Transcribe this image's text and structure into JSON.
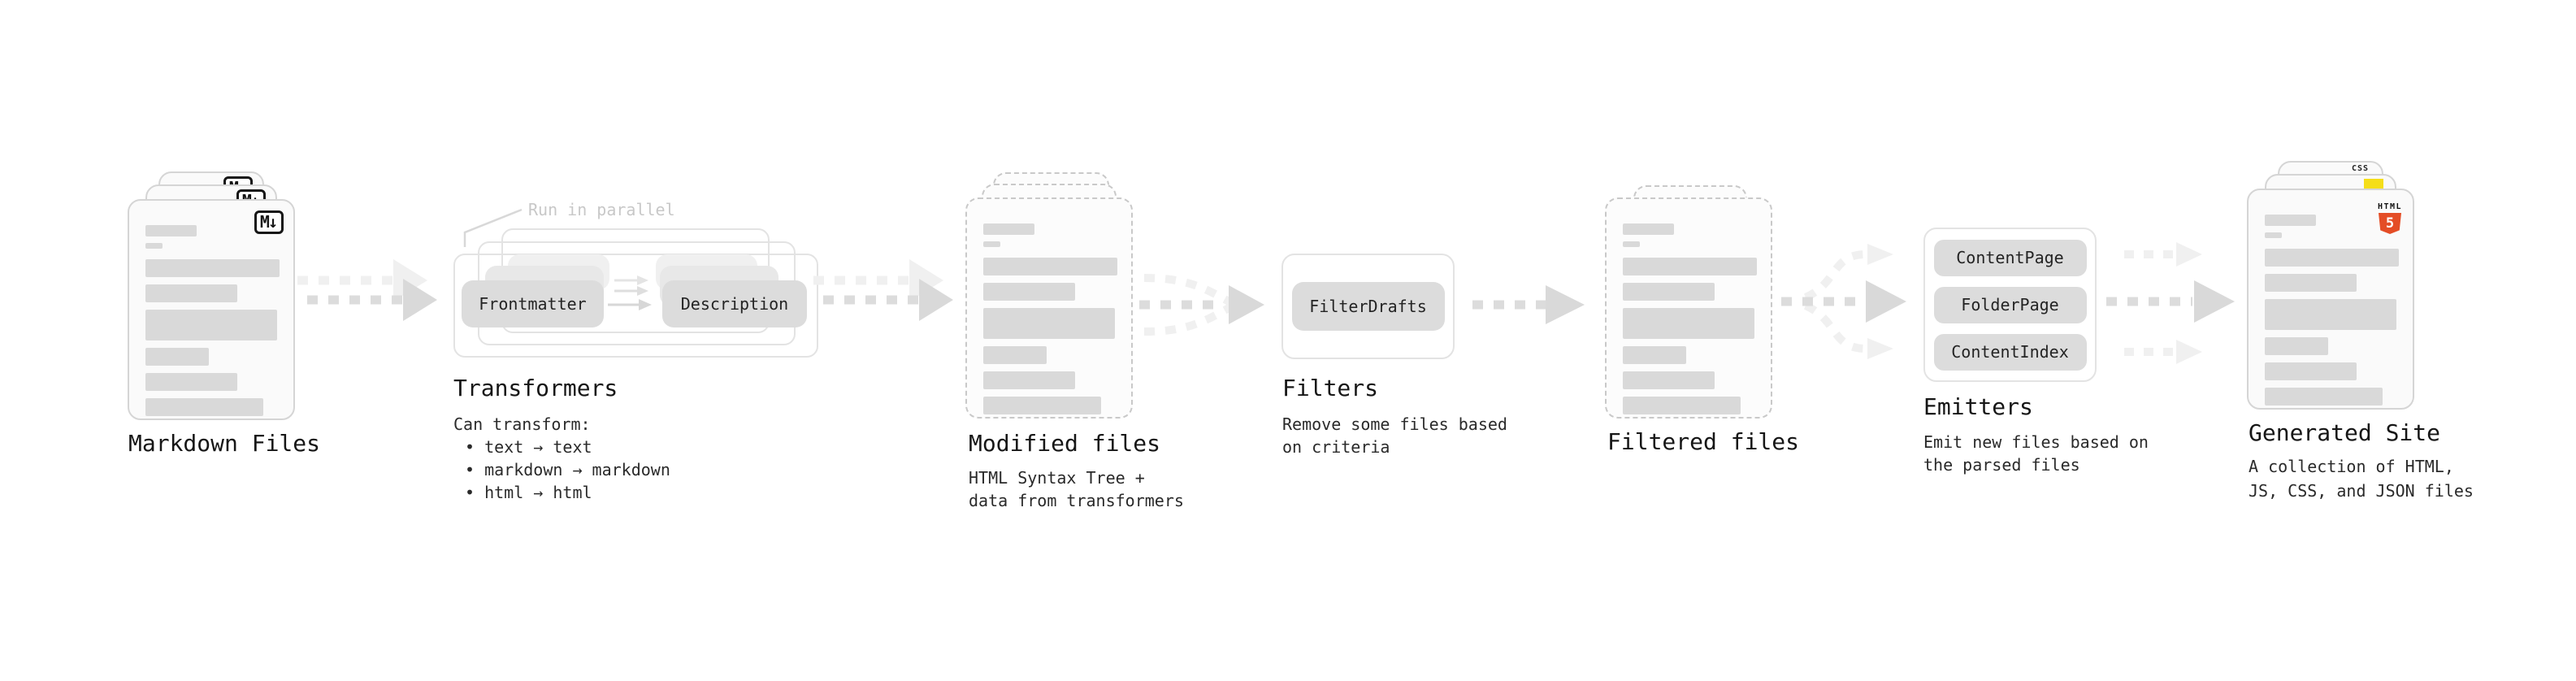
{
  "colors": {
    "page_bg": "#ffffff",
    "card_bg": "#fafafa",
    "card_border": "#d5d5d5",
    "dash_border": "#c9c9c9",
    "panel_border": "#e3e3e3",
    "bar": "#d9d9d9",
    "pill_bg": "#dcdcdc",
    "pill_text": "#242424",
    "arrow_dash": "#dcdcdc",
    "arrow_head": "#d9d9d9",
    "arrow_faint": "#f0f0f0",
    "heading_text": "#161616",
    "caption_text": "#2a2a2a",
    "annotation_text": "#c8c8c8",
    "html5_orange": "#e44d26",
    "js_yellow": "#f5de19",
    "css_blue": "#2f6bf2"
  },
  "stages": {
    "markdown": {
      "label": "Markdown Files",
      "badge": "M↓"
    },
    "transformers": {
      "label": "Transformers",
      "annotation": "Run in parallel",
      "pills": [
        "Frontmatter",
        "Description"
      ],
      "caption_title": "Can transform:",
      "bullets": [
        "• text → text",
        "• markdown → markdown",
        "• html → html"
      ]
    },
    "modified": {
      "label": "Modified files",
      "caption": [
        "HTML Syntax Tree +",
        "data from transformers"
      ]
    },
    "filters": {
      "label": "Filters",
      "pill": "FilterDrafts",
      "caption": [
        "Remove some files based",
        "on criteria"
      ]
    },
    "filtered": {
      "label": "Filtered files"
    },
    "emitters": {
      "label": "Emitters",
      "pills": [
        "ContentPage",
        "FolderPage",
        "ContentIndex"
      ],
      "caption": [
        "Emit new files based on",
        "the parsed files"
      ]
    },
    "generated": {
      "label": "Generated Site",
      "caption": [
        "A collection of HTML,",
        "JS, CSS, and JSON files"
      ],
      "badges": {
        "css": "CSS",
        "html_word": "HTML",
        "html_number": "5"
      }
    }
  }
}
